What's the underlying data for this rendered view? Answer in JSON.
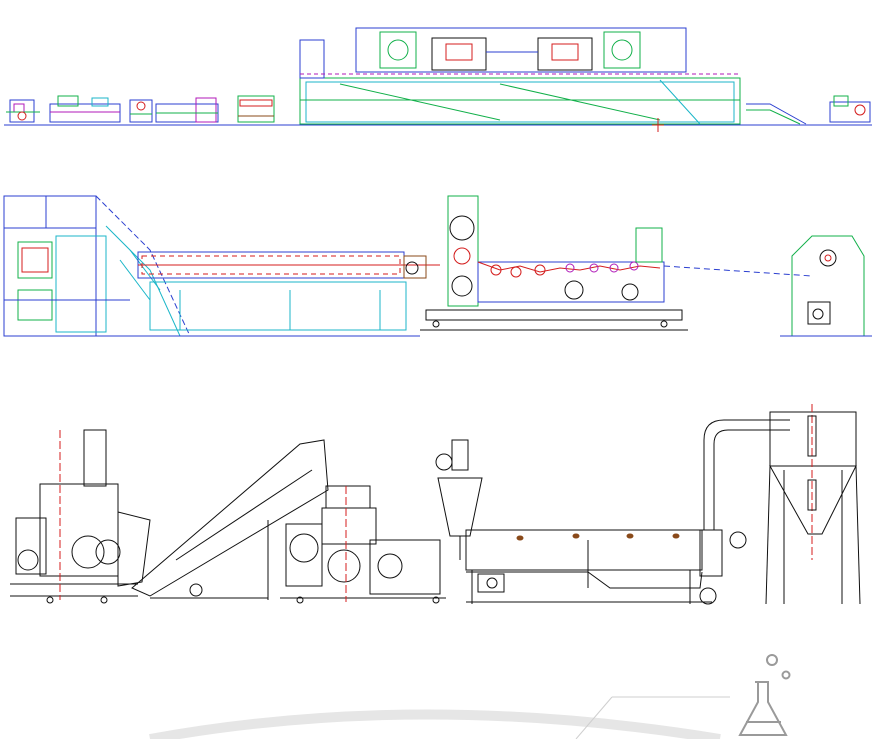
{
  "drawings": [
    {
      "id": "production-line-overview"
    },
    {
      "id": "extrusion-and-stretching-line"
    },
    {
      "id": "recycling-pelletizing-line"
    }
  ],
  "colors": {
    "cad_blue": "#2b3fd0",
    "cad_green": "#12b04a",
    "cad_cyan": "#1bb6c8",
    "cad_red": "#d41e1e",
    "cad_magenta": "#b01ab8",
    "cad_black": "#111111",
    "decor_gray": "#9a9a9a",
    "accent_brown": "#8a4a1a"
  },
  "icons": {
    "flask": "chemistry-flask-icon"
  }
}
